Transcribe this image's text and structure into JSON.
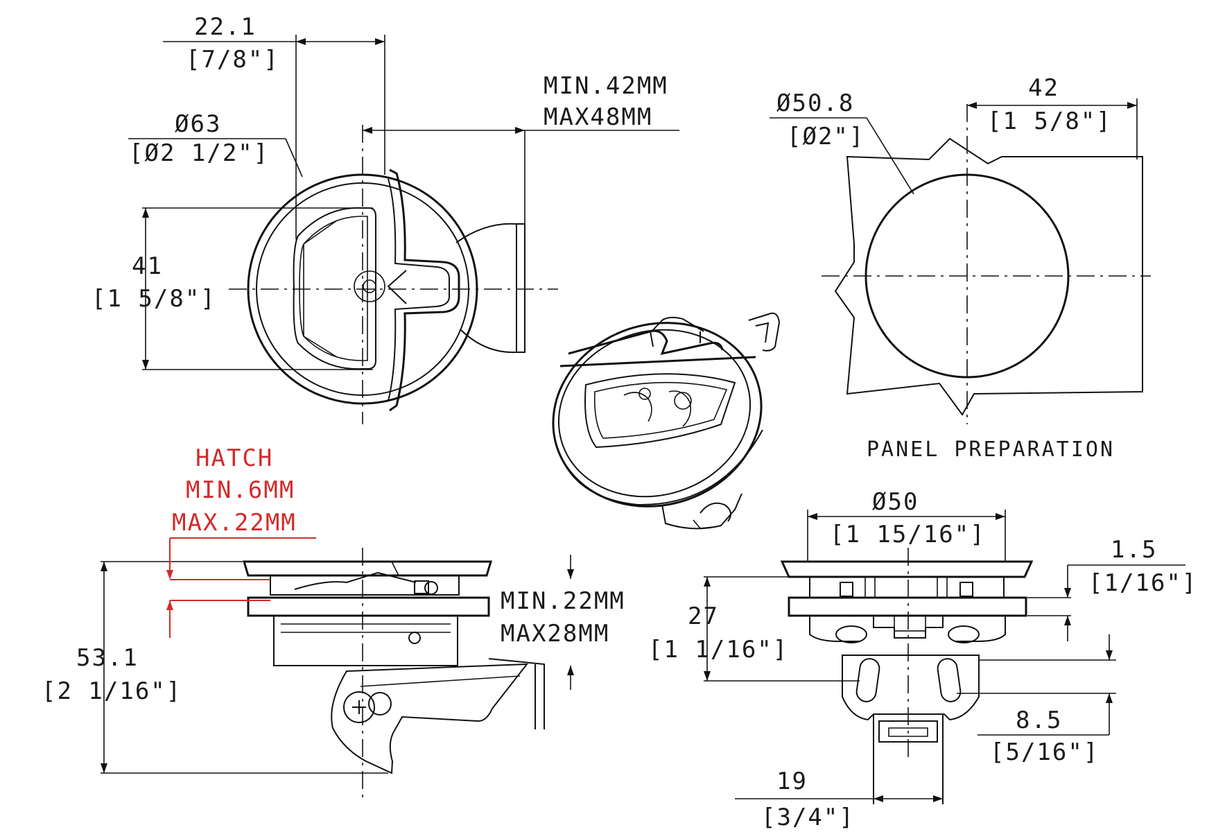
{
  "top_view": {
    "width_22_1": {
      "mm": "22.1",
      "inch": "[7/8\"]"
    },
    "dia_63": {
      "mm": "Ø63",
      "inch": "[Ø2 1/2\"]"
    },
    "height_41": {
      "mm": "41",
      "inch": "[1 5/8\"]"
    },
    "depth_range": {
      "min": "MIN.42MM",
      "max": "MAX48MM"
    }
  },
  "panel_preparation": {
    "title": "PANEL PREPARATION",
    "dia_50_8": {
      "mm": "Ø50.8",
      "inch": "[Ø2\"]"
    },
    "offset_42": {
      "mm": "42",
      "inch": "[1 5/8\"]"
    }
  },
  "side_view": {
    "hatch": {
      "title": "HATCH",
      "min": "MIN.6MM",
      "max": "MAX.22MM"
    },
    "height_53_1": {
      "mm": "53.1",
      "inch": "[2 1/16\"]"
    },
    "cam_range": {
      "min": "MIN.22MM",
      "max": "MAX28MM"
    }
  },
  "front_view": {
    "dia_50": {
      "mm": "Ø50",
      "inch": "[1 15/16\"]"
    },
    "flange_1_5": {
      "mm": "1.5",
      "inch": "[1/16\"]"
    },
    "depth_27": {
      "mm": "27",
      "inch": "[1 1/16\"]"
    },
    "slot_8_5": {
      "mm": "8.5",
      "inch": "[5/16\"]"
    },
    "width_19": {
      "mm": "19",
      "inch": "[3/4\"]"
    }
  },
  "colors": {
    "line": "#111111",
    "hatch_red": "#d42a2a",
    "background": "#ffffff"
  }
}
